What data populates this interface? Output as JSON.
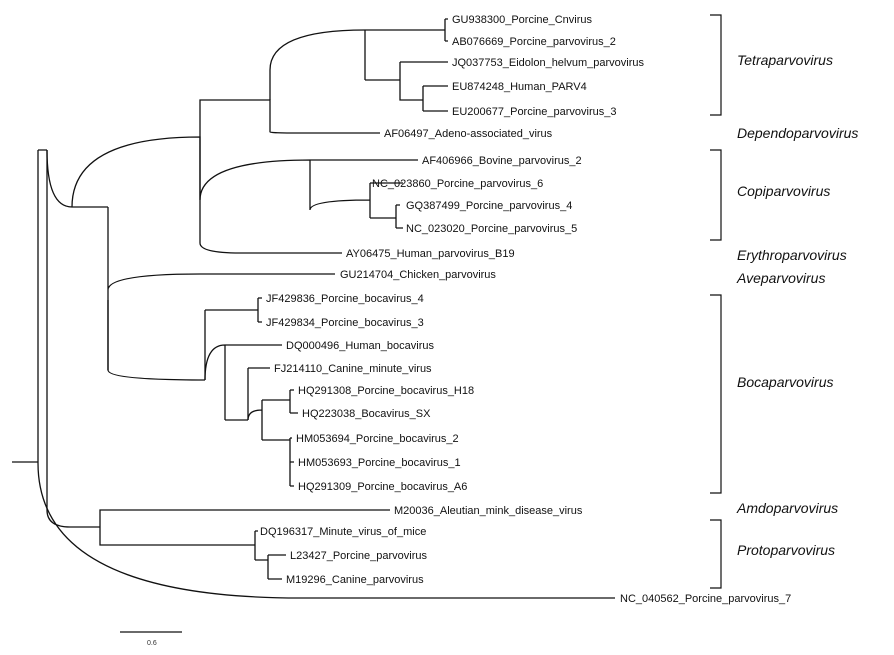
{
  "tree": {
    "leaves": [
      {
        "id": "L1",
        "label": "GU938300_Porcine_Cnvirus"
      },
      {
        "id": "L2",
        "label": "AB076669_Porcine_parvovirus_2"
      },
      {
        "id": "L3",
        "label": "JQ037753_Eidolon_helvum_parvovirus"
      },
      {
        "id": "L4",
        "label": "EU874248_Human_PARV4"
      },
      {
        "id": "L5",
        "label": "EU200677_Porcine_parvovirus_3"
      },
      {
        "id": "L6",
        "label": "AF06497_Adeno-associated_virus"
      },
      {
        "id": "L7",
        "label": "AF406966_Bovine_parvovirus_2"
      },
      {
        "id": "L8",
        "label": "NC_023860_Porcine_parvovirus_6"
      },
      {
        "id": "L9",
        "label": "GQ387499_Porcine_parvovirus_4"
      },
      {
        "id": "L10",
        "label": "NC_023020_Porcine_parvovirus_5"
      },
      {
        "id": "L11",
        "label": "AY06475_Human_parvovirus_B19"
      },
      {
        "id": "L12",
        "label": "GU214704_Chicken_parvovirus"
      },
      {
        "id": "L13",
        "label": "JF429836_Porcine_bocavirus_4"
      },
      {
        "id": "L14",
        "label": "JF429834_Porcine_bocavirus_3"
      },
      {
        "id": "L15",
        "label": "DQ000496_Human_bocavirus"
      },
      {
        "id": "L16",
        "label": "FJ214110_Canine_minute_virus"
      },
      {
        "id": "L17",
        "label": "HQ291308_Porcine_bocavirus_H18"
      },
      {
        "id": "L18",
        "label": "HQ223038_Bocavirus_SX"
      },
      {
        "id": "L19",
        "label": "HM053694_Porcine_bocavirus_2"
      },
      {
        "id": "L20",
        "label": "HM053693_Porcine_bocavirus_1"
      },
      {
        "id": "L21",
        "label": "HQ291309_Porcine_bocavirus_A6"
      },
      {
        "id": "L22",
        "label": "M20036_Aleutian_mink_disease_virus"
      },
      {
        "id": "L23",
        "label": "DQ196317_Minute_virus_of_mice"
      },
      {
        "id": "L24",
        "label": "L23427_Porcine_parvovirus"
      },
      {
        "id": "L25",
        "label": "M19296_Canine_parvovirus"
      },
      {
        "id": "L26",
        "label": "NC_040562_Porcine_parvovirus_7"
      }
    ],
    "groups": [
      {
        "id": "G1",
        "label": "Tetraparvovirus"
      },
      {
        "id": "G2",
        "label": "Dependoparvovirus"
      },
      {
        "id": "G3",
        "label": "Copiparvovirus"
      },
      {
        "id": "G4",
        "label": "Erythroparvovirus"
      },
      {
        "id": "G5",
        "label": "Aveparvovirus"
      },
      {
        "id": "G6",
        "label": "Bocaparvovirus"
      },
      {
        "id": "G7",
        "label": "Amdoparvovirus"
      },
      {
        "id": "G8",
        "label": "Protoparvovirus"
      }
    ],
    "scale_bar": {
      "label": "0.6"
    }
  }
}
